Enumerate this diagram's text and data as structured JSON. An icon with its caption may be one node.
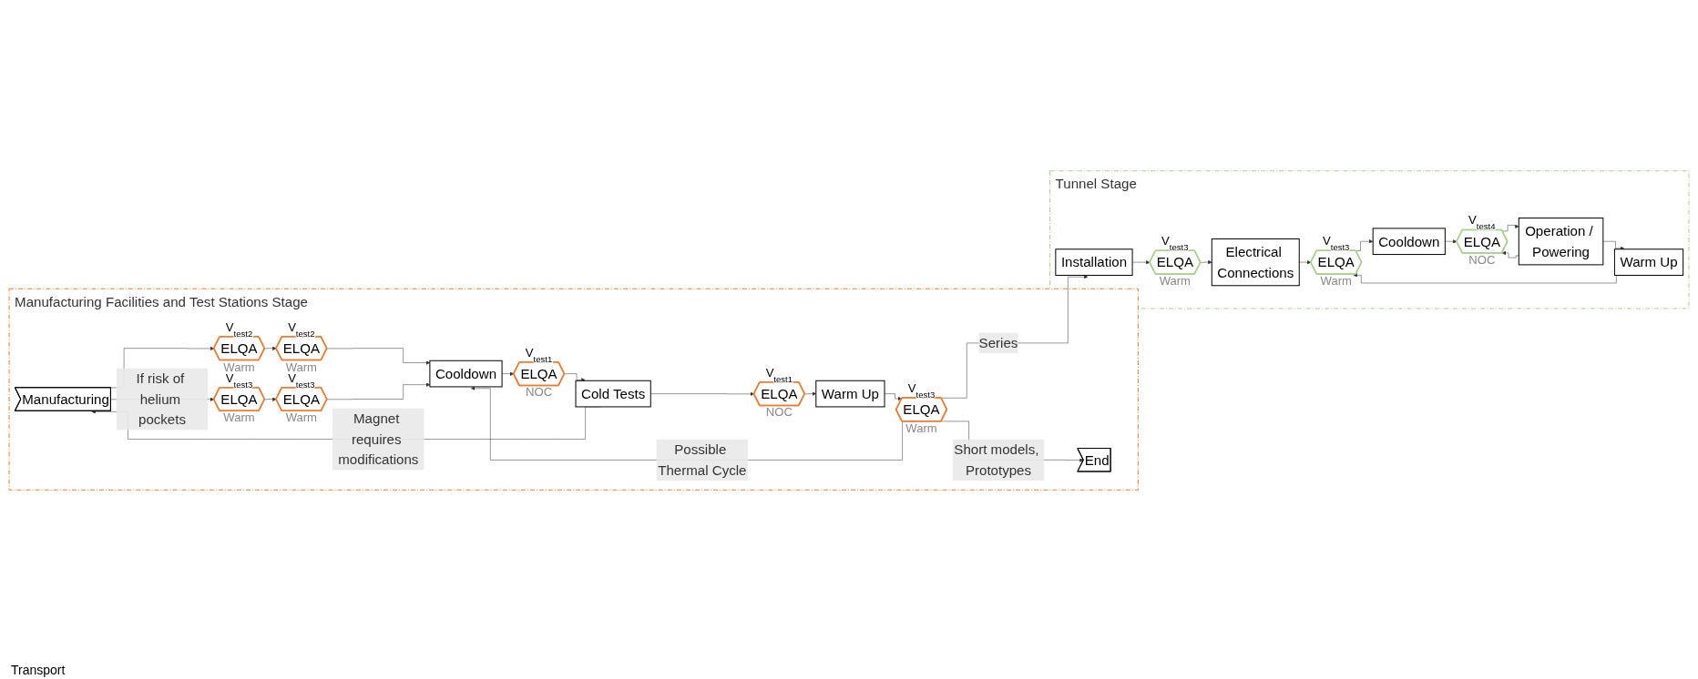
{
  "diagram": {
    "nodes": [
      {
        "text": [
          "Manufacturing Facilities and Test Stations Stage"
        ]
      },
      {
        "text": [
          "Manufacturing"
        ],
        "in": 0
      },
      {
        "text": [
          "ELQA"
        ],
        "beside": [
          "V$_{test2}$",
          "Warm"
        ],
        "in": 0
      },
      {
        "text": [
          "ELQA"
        ],
        "beside": [
          "V$_{test2}$",
          "Warm"
        ],
        "in": 0
      },
      {
        "text": [
          "Cooldown"
        ],
        "in": 0
      },
      {
        "text": [
          "ELQA"
        ],
        "beside": [
          "V$_{test1}$",
          "NOC"
        ],
        "in": 0
      },
      {
        "text": [
          "Cold Tests"
        ],
        "in": 0
      },
      {
        "text": [
          "ELQA"
        ],
        "beside": [
          "V$_{test3}$",
          "Warm"
        ],
        "in": 0
      },
      {
        "text": [
          "ELQA"
        ],
        "beside": [
          "V$_{test3}$",
          "Warm"
        ],
        "in": 0
      },
      {
        "text": [
          "Warm Up"
        ],
        "in": 0
      },
      {
        "text": [
          "ELQA"
        ],
        "beside": [
          "V$_{test1}$",
          "NOC"
        ],
        "in": 0
      },
      {
        "text": [
          "ELQA"
        ],
        "beside": [
          "V$_{test3}$",
          "Warm"
        ],
        "in": 0
      },
      {
        "text": [
          "End"
        ],
        "in": 0
      },
      {
        "text": [
          "Tunnel Stage"
        ]
      },
      {
        "text": [
          "Installation"
        ],
        "in": 13
      },
      {
        "text": [
          "ELQA"
        ],
        "beside": [
          "V$_{test3}$",
          "Warm"
        ],
        "in": 13
      },
      {
        "text": [
          "Electrical Connections"
        ],
        "in": 13
      },
      {
        "text": [
          "ELQA"
        ],
        "beside": [
          "V$_{test3}$",
          "Warm"
        ],
        "in": 13
      },
      {
        "text": [
          "Cooldown"
        ],
        "in": 13
      },
      {
        "text": [
          "ELQA"
        ],
        "beside": [
          "V$_{test4}$",
          "NOC"
        ],
        "in": 13
      },
      {
        "text": [
          "Operation / Powering"
        ],
        "in": 13
      },
      {
        "text": [
          "Warm Up"
        ],
        "in": 13
      }
    ],
    "edges": [
      {
        "from": 1,
        "to": 2,
        "arrow": "to"
      },
      {
        "from": 2,
        "to": 3,
        "arrow": "to"
      },
      {
        "from": 3,
        "to": 4,
        "arrow": "to"
      },
      {
        "from": 4,
        "to": 5,
        "arrow": "to"
      },
      {
        "from": 5,
        "to": 6,
        "arrow": "to"
      },
      {
        "from": 6,
        "to": 1,
        "arrow": "to",
        "label": "Magnet requires modifications"
      },
      {
        "from": 1,
        "to": 7,
        "arrow": "to",
        "label": "If risk of helium pockets"
      },
      {
        "from": 7,
        "to": 8,
        "arrow": "to"
      },
      {
        "from": 8,
        "to": 4,
        "arrow": "to"
      },
      {
        "from": 6,
        "to": 10,
        "arrow": "to"
      },
      {
        "from": 10,
        "to": 9,
        "arrow": "to"
      },
      {
        "from": 9,
        "to": 11,
        "arrow": "to"
      },
      {
        "from": 11,
        "to": 4,
        "arrow": "to",
        "label": "Possible Thermal Cycle"
      },
      {
        "from": 11,
        "to": 14,
        "arrow": "to",
        "label": "Series"
      },
      {
        "from": 11,
        "to": 12,
        "arrow": "to",
        "label": "Short models, Prototypes"
      },
      {
        "from": 14,
        "to": 15,
        "arrow": "to"
      },
      {
        "from": 15,
        "to": 16,
        "arrow": "to"
      },
      {
        "from": 16,
        "to": 17,
        "arrow": "to"
      },
      {
        "from": 17,
        "to": 18,
        "arrow": "to"
      },
      {
        "from": 18,
        "to": 19,
        "arrow": "to"
      },
      {
        "from": 19,
        "to": 20,
        "arrow": "to"
      },
      {
        "from": 20,
        "to": 21,
        "arrow": "to"
      },
      {
        "from": 20,
        "to": 19,
        "arrow": "to"
      },
      {
        "from": 21,
        "to": 17,
        "arrow": "to"
      }
    ],
    "labels": [
      "Transport"
    ]
  }
}
